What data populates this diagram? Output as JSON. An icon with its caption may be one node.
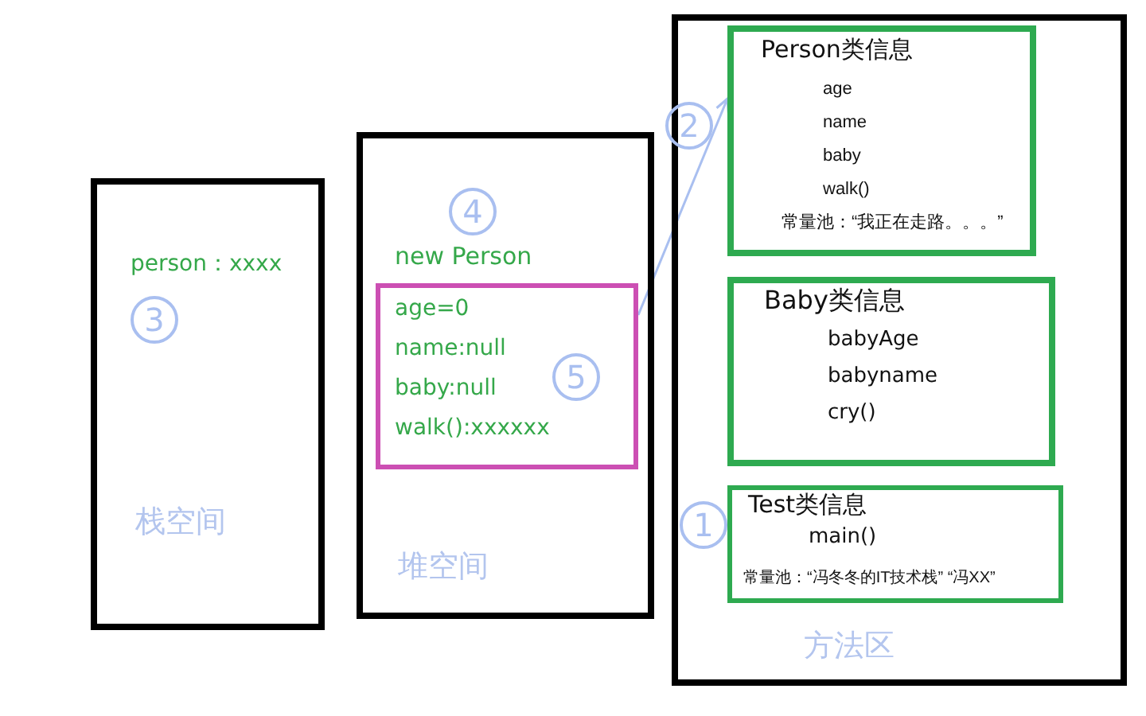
{
  "diagram": {
    "nodes": [
      {
        "text": [
          "person：xxxx",
          "栈空间"
        ]
      },
      {
        "text": [
          "new Person",
          "堆空间"
        ]
      },
      {
        "text": [
          "age=0",
          "name:null",
          "baby:null",
          "walk():xxxxxx"
        ],
        "in": 1
      },
      {
        "text": [
          "方法区"
        ]
      },
      {
        "text": [
          "Person类信息",
          "age",
          "name",
          "baby",
          "walk()",
          "常量池：“我正在走路。。。”"
        ],
        "in": 3
      },
      {
        "text": [
          "Baby类信息",
          "babyAge",
          "babyname",
          "cry()"
        ],
        "in": 3
      },
      {
        "text": [
          "Test类信息",
          "main()",
          "常量池：“冯冬冬的IT技术栈” “冯XX”"
        ],
        "in": 3
      }
    ],
    "edges": [
      {
        "from": 2,
        "to": 4,
        "arrow": "to"
      }
    ],
    "labels": [
      "2",
      "4",
      "3",
      "5",
      "1"
    ]
  }
}
